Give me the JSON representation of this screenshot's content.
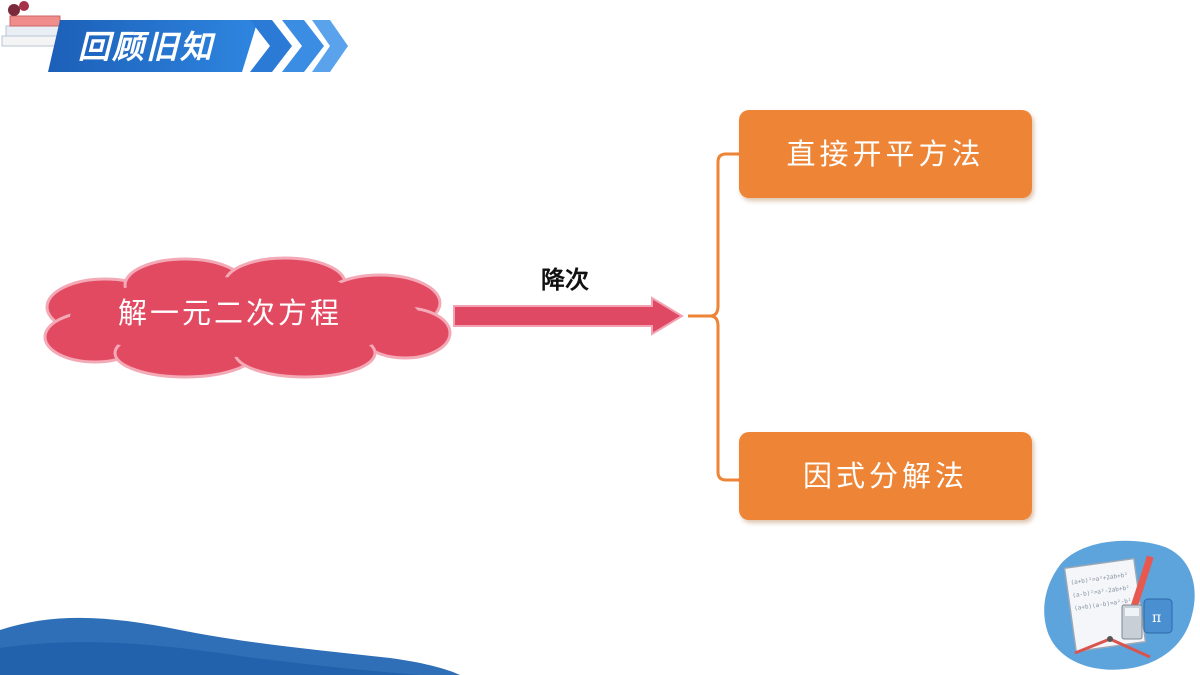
{
  "header": {
    "title": "回顾旧知"
  },
  "diagram": {
    "source_label": "解一元二次方程",
    "arrow_label": "降次",
    "methods": [
      {
        "label": "直接开平方法"
      },
      {
        "label": "因式分解法"
      }
    ]
  },
  "decoration": {
    "formula_lines": [
      "(a+b)²=a²+2ab+b²",
      "(a-b)²=a²-2ab+b²",
      "(a+b)(a-b)=a²-b²"
    ],
    "pi_symbol": "π"
  },
  "colors": {
    "banner_blue": "#1f6fc6",
    "cloud_pink": "#e24a62",
    "arrow_pink": "#e04963",
    "method_orange": "#ee8536",
    "bracket_orange": "#ee8536",
    "wave_blue": "#2f6fb8"
  }
}
